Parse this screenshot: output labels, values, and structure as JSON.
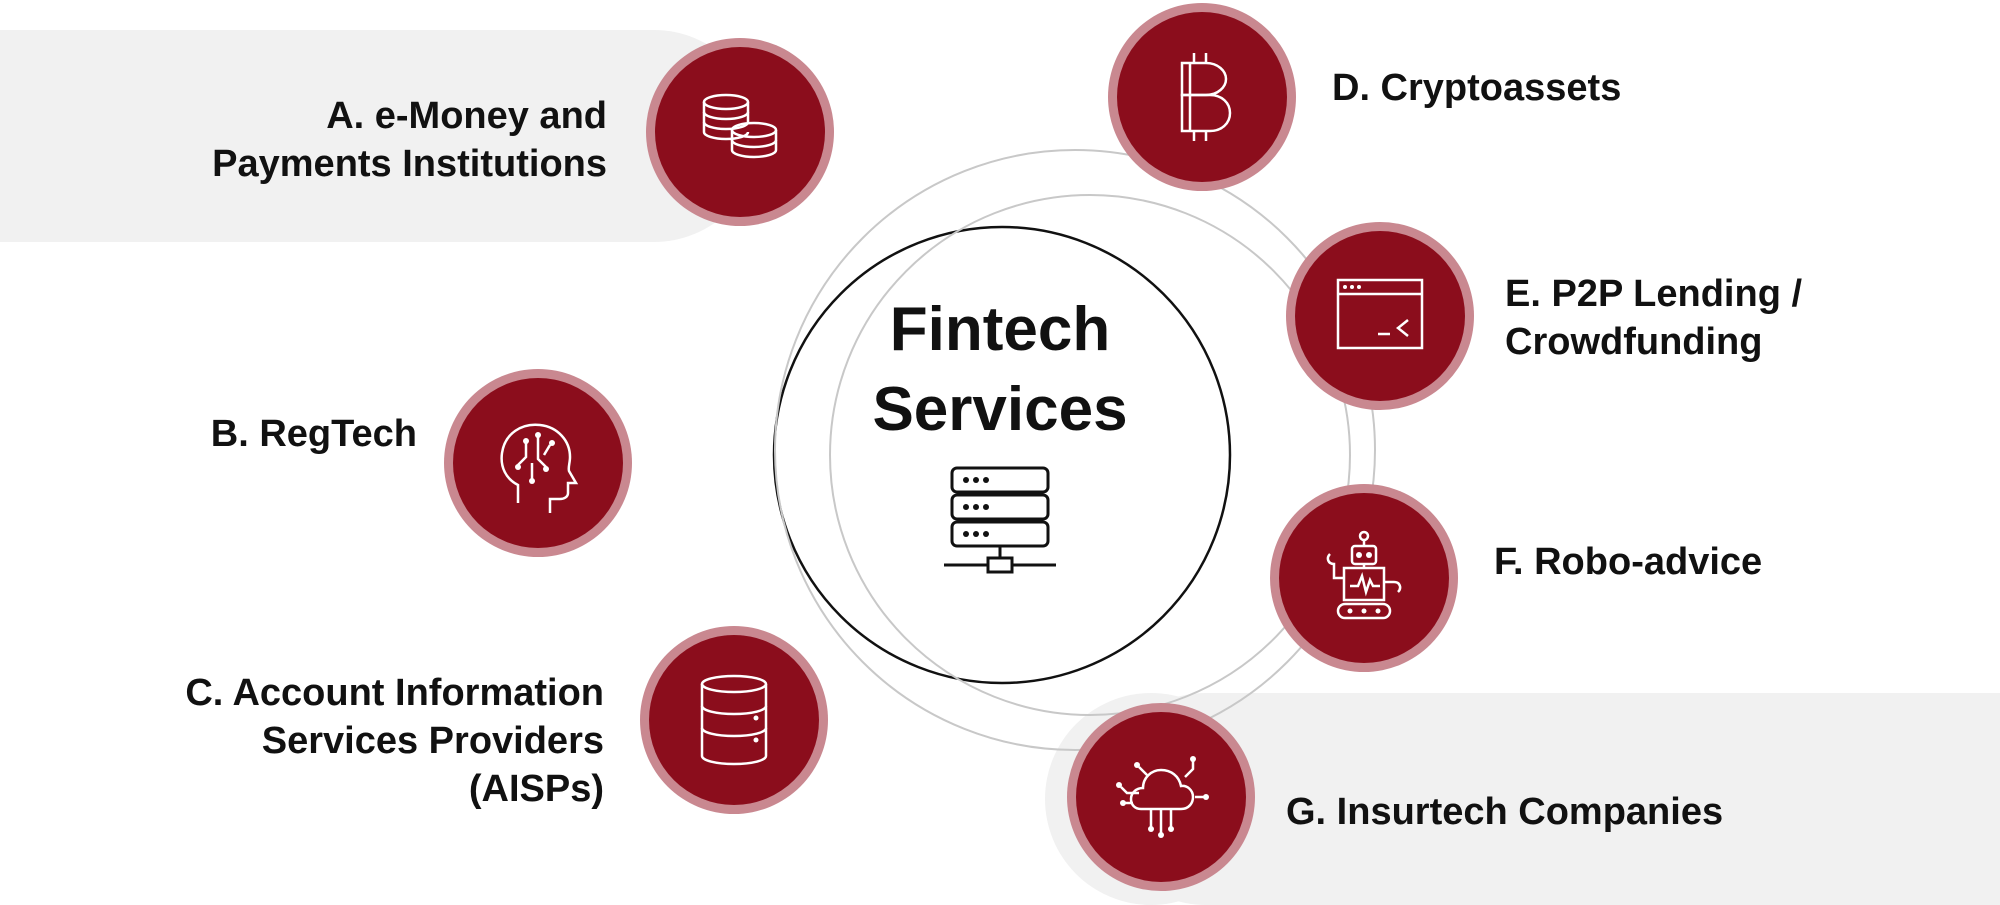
{
  "diagram": {
    "center": {
      "title_line1": "Fintech",
      "title_line2": "Services",
      "icon": "server-network-icon"
    },
    "colors": {
      "node_fill": "#8b0d1c",
      "node_ring": "#c98890",
      "band": "#f1f1f1",
      "text": "#111111"
    },
    "items": [
      {
        "letter": "A",
        "label_line1": "A. e-Money and",
        "label_line2": "Payments Institutions",
        "icon": "coins-icon"
      },
      {
        "letter": "B",
        "label_line1": "B. RegTech",
        "icon": "head-circuit-icon"
      },
      {
        "letter": "C",
        "label_line1": "C. Account Information",
        "label_line2": "Services Providers",
        "label_line3": "(AISPs)",
        "icon": "database-icon"
      },
      {
        "letter": "D",
        "label_line1": "D. Cryptoassets",
        "icon": "bitcoin-icon"
      },
      {
        "letter": "E",
        "label_line1": "E. P2P Lending /",
        "label_line2": "Crowdfunding",
        "icon": "terminal-window-icon"
      },
      {
        "letter": "F",
        "label_line1": "F. Robo-advice",
        "icon": "robot-icon"
      },
      {
        "letter": "G",
        "label_line1": "G. Insurtech Companies",
        "icon": "cloud-network-icon"
      }
    ]
  }
}
